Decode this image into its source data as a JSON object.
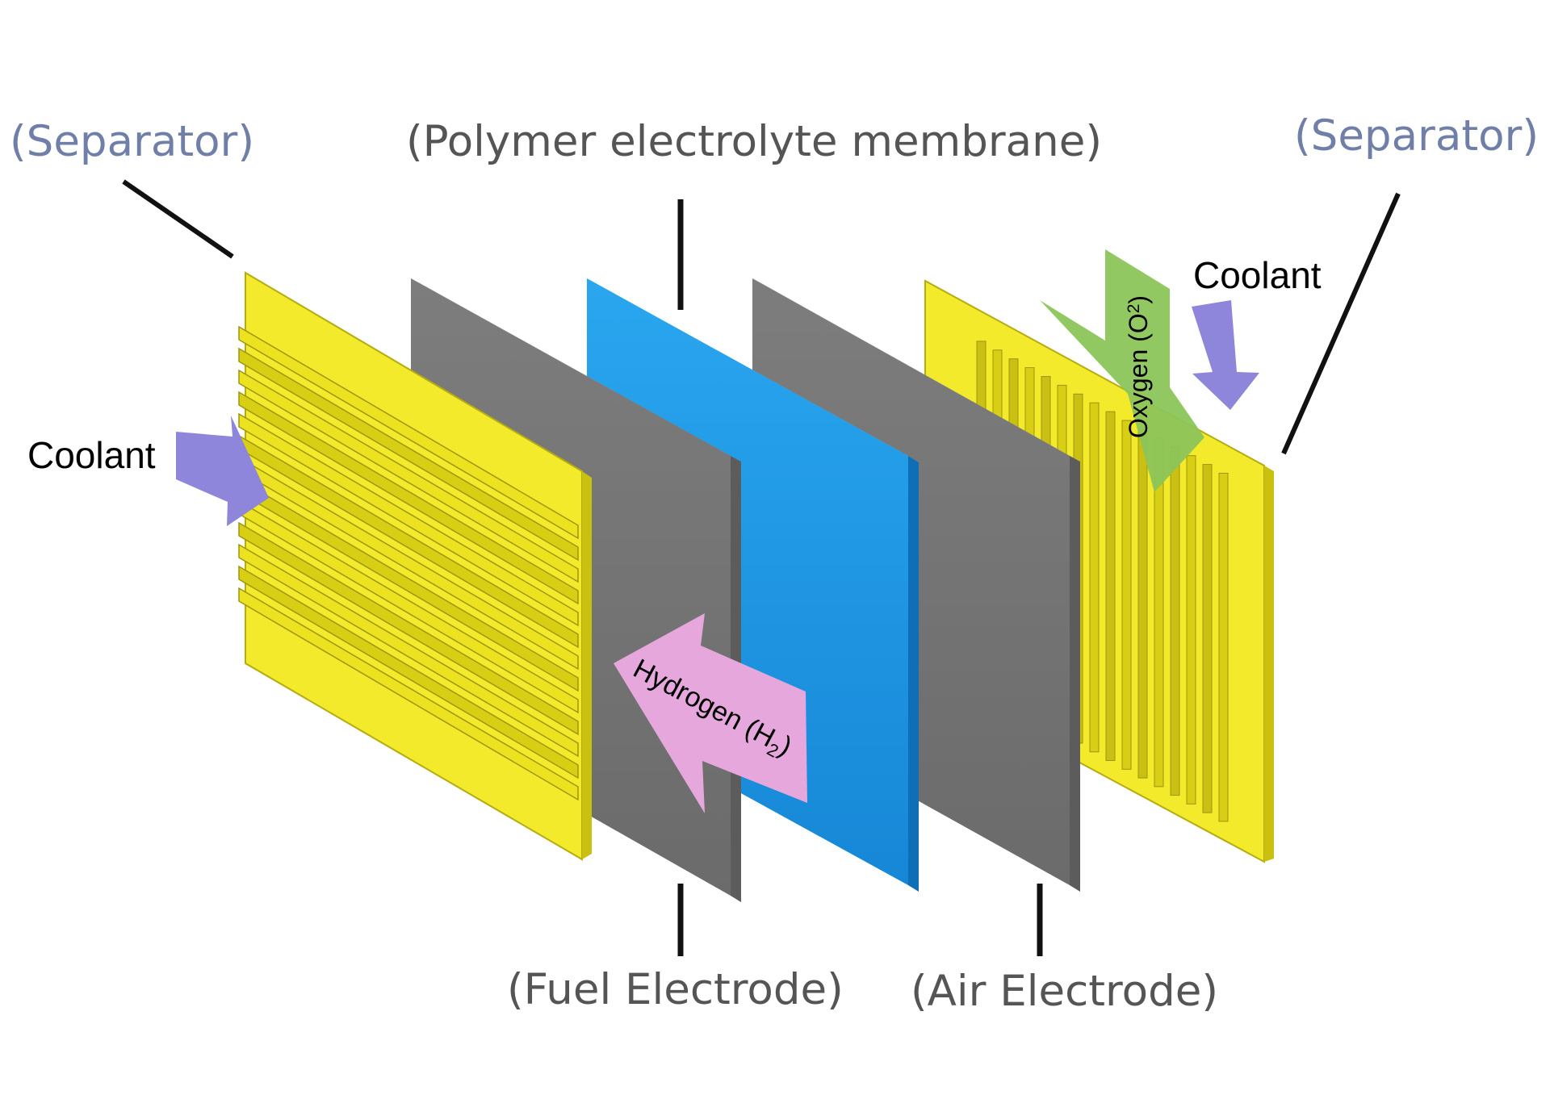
{
  "labels": {
    "separator_left": "(Separator)",
    "membrane": "(Polymer electrolyte membrane)",
    "separator_right": "(Separator)",
    "coolant_left": "Coolant",
    "coolant_right": "Coolant",
    "fuel_electrode": "(Fuel Electrode)",
    "air_electrode": "(Air Electrode)"
  },
  "flows": {
    "hydrogen_name": "Hydrogen (H",
    "hydrogen_sub": "2",
    "hydrogen_end": ")",
    "oxygen_name": "Oxygen (O",
    "oxygen_sub": "2",
    "oxygen_end": ")"
  },
  "colors": {
    "separator": "#f2ea2a",
    "electrode": "#7b7b7b",
    "membrane": "#1f97e3",
    "coolant_arrow": "#8d86da",
    "hydrogen_arrow": "#e6a8dc",
    "oxygen_arrow": "#8cc55a",
    "separator_label": "#6f7fa8"
  }
}
